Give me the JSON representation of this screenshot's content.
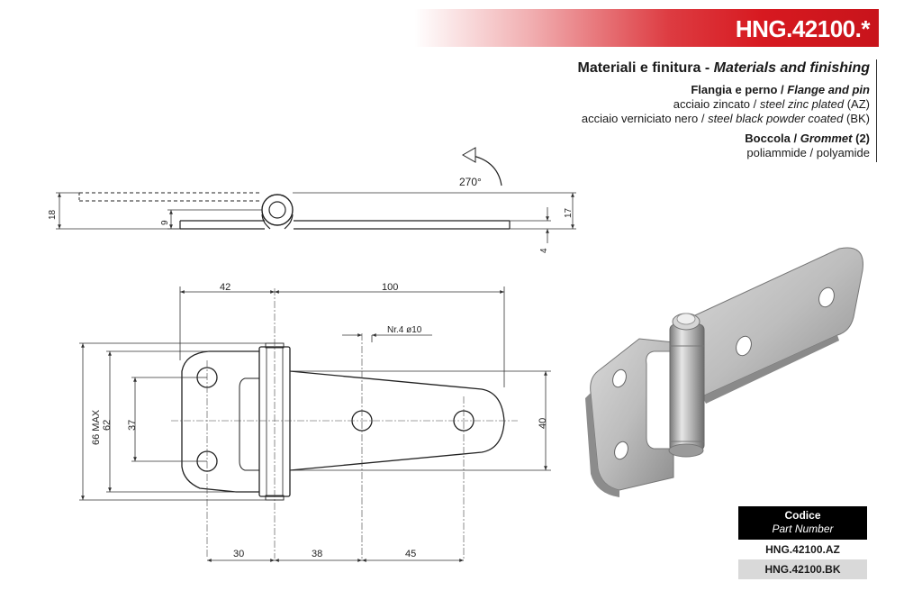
{
  "header": {
    "code": "HNG.42100.*"
  },
  "materials": {
    "title_it": "Materiali e finitura - ",
    "title_en": "Materials and finishing",
    "flange_it": "Flangia e perno / ",
    "flange_en": "Flange and pin",
    "line1_it": "acciaio zincato / ",
    "line1_en": "steel zinc plated",
    "line1_code": " (AZ)",
    "line2_it": "acciaio verniciato nero / ",
    "line2_en": "steel black powder coated",
    "line2_code": " (BK)",
    "grommet_it": "Boccola / ",
    "grommet_en": "Grommet",
    "grommet_num": " (2)",
    "line3": "poliammide / polyamide"
  },
  "dimensions": {
    "angle": "270°",
    "d18": "18",
    "d9": "9",
    "d17": "17",
    "d4": "4",
    "d42": "42",
    "d100": "100",
    "holes": "Nr.4 ø10",
    "d66": "66 MAX",
    "d62": "62",
    "d37": "37",
    "d40": "40",
    "d30": "30",
    "d38": "38",
    "d45": "45"
  },
  "codes": {
    "head1": "Codice",
    "head2": "Part Number",
    "rows": [
      "HNG.42100.AZ",
      "HNG.42100.BK"
    ]
  },
  "colors": {
    "accent": "#d71920"
  }
}
